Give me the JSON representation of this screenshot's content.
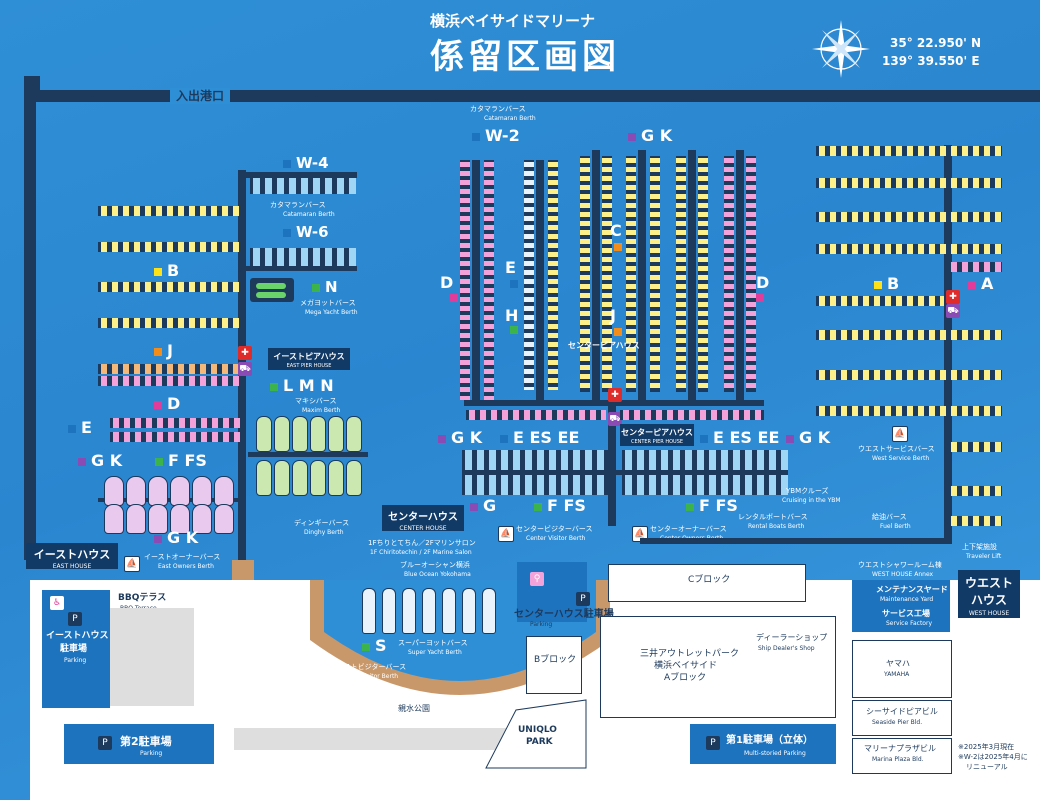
{
  "header": {
    "title": "係留区画図",
    "subtitle": "横浜ベイサイドマリーナ",
    "lat": "35° 22.950' N",
    "lon": "139° 39.550' E"
  },
  "areas": {
    "harbor_entrance": "入出港口",
    "berths": {
      "W4": "W-4",
      "W6": "W-6",
      "W2": "W-2",
      "N": "N",
      "LMN": "L M N",
      "S": "S",
      "GK": "G K",
      "B": "B",
      "A": "A",
      "C": "C",
      "D": "D",
      "E": "E",
      "H": "H",
      "J": "J",
      "G": "G",
      "FFS": "F FS",
      "EESEE": "E ES EE"
    },
    "captions": {
      "catamaran_w2_jp": "カタマランバース",
      "catamaran_w2_en": "Catamaran Berth",
      "catamaran_w4_jp": "カタマランバース",
      "catamaran_w4_en": "Catamaran Berth",
      "mega_jp": "メガヨットバース",
      "mega_en": "Mega Yacht Berth",
      "maxim_jp": "マキシバース",
      "maxim_en": "Maxim Berth",
      "dinghy_jp": "ディンギーバース",
      "dinghy_en": "Dinghy Berth",
      "east_owners_jp": "イーストオーナーバース",
      "east_owners_en": "East Owners Berth",
      "center_visitor_jp": "センタービジターバース",
      "center_visitor_en": "Center Visitor Berth",
      "center_owners_jp": "センターオーナーバース",
      "center_owners_en": "Center Owners Berth",
      "rental_jp": "レンタルボートバース",
      "rental_en": "Rental Boats Berth",
      "super_yacht_jp": "スーパーヨットバース",
      "super_yacht_en": "Super Yacht Berth",
      "east_visitor_jp": "イーストビジターバース",
      "east_visitor_en": "East Visitor Berth",
      "west_service_jp": "ウエストサービスバース",
      "west_service_en": "West Service Berth",
      "ybm_cruise_jp": "YBMクルーズ",
      "ybm_cruise_en": "Cruising in the YBM",
      "fuel_jp": "給油バース",
      "fuel_en": "Fuel Berth",
      "lift_jp": "上下架施設",
      "lift_en": "Traveler Lift",
      "chirin_jp": "1Fちりとてちん／2Fマリンサロン",
      "chirin_en": "1F Chiritotechin / 2F Marine Salon",
      "blue_ocean_jp": "ブルーオーシャン横浜",
      "blue_ocean_en": "Blue Ocean Yokohama",
      "westroom_jp": "ウエストシャワールーム棟",
      "westroom_en": "WEST HOUSE Annex",
      "bbq_jp": "BBQテラス",
      "bbq_en": "BBQ Terrace",
      "shinsui": "親水公園"
    },
    "houses": {
      "east_pier_jp": "イーストピアハウス",
      "east_pier_en": "EAST PIER HOUSE",
      "center_pier_jp": "センターピアハウス",
      "center_pier_en": "CENTER PIER HOUSE",
      "center_jp": "センターハウス",
      "center_en": "CENTER HOUSE",
      "east_jp": "イーストハウス",
      "east_en": "EAST HOUSE",
      "west_jp1": "ウエスト",
      "west_jp2": "ハウス",
      "west_en": "WEST HOUSE"
    },
    "land": {
      "east_parking_jp1": "イーストハウス",
      "east_parking_jp2": "駐車場",
      "east_parking_en": "Parking",
      "center_parking_jp": "センターハウス駐車場",
      "center_parking_en": "Parking",
      "parking2_jp": "第2駐車場",
      "parking2_en": "Parking",
      "parking1_jp": "第1駐車場（立体）",
      "parking1_en": "Multi-storied Parking",
      "c_block": "Cブロック",
      "b_block": "Bブロック",
      "outlet_1": "三井アウトレットパーク",
      "outlet_2": "横浜ベイサイド",
      "outlet_3": "Aブロック",
      "dealer_jp": "ディーラーショップ",
      "dealer_en": "Ship Dealer's Shop",
      "uniqlo_1": "UNIQLO",
      "uniqlo_2": "PARK",
      "maint_jp": "メンテナンスヤード",
      "maint_en": "Maintenance Yard",
      "factory_jp": "サービス工場",
      "factory_en": "Service Factory",
      "yamaha_jp": "ヤマハ",
      "yamaha_en": "YAMAHA",
      "seaside_jp": "シーサイドピアビル",
      "seaside_en": "Seaside Pier Bld.",
      "marina_plaza_jp": "マリーナプラザビル",
      "marina_plaza_en": "Marina Plaza Bld.",
      "note1": "※2025年3月現在",
      "note2": "※W-2は2025年4月に",
      "note3": "リニューアル"
    }
  },
  "colors": {
    "water": "#2f8fd6",
    "pier": "#1d3a5c",
    "navy_box": "#123a66",
    "yellow": "#ffe11a",
    "pink": "#e23c9a",
    "orange": "#f28c1a",
    "green": "#3cb44b",
    "purple": "#8a4bb5",
    "blue": "#1e73be",
    "red": "#e02b2b"
  },
  "icons": [
    "compass-rose-icon",
    "aed-icon",
    "cart-icon",
    "toilet-icon",
    "parking-icon",
    "shower-icon",
    "boat-icon"
  ]
}
